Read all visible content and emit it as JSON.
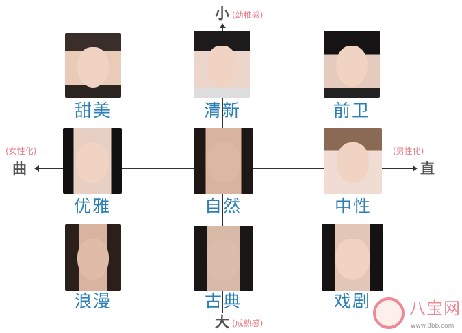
{
  "axes": {
    "top": "小",
    "top_note": "(幼稚感)",
    "bottom": "大",
    "bottom_note": "(成熟感)",
    "left": "曲",
    "left_note": "(女性化)",
    "right": "直",
    "right_note": "(男性化)"
  },
  "styles": [
    "甜美",
    "清新",
    "前卫",
    "优雅",
    "自然",
    "中性",
    "浪漫",
    "古典",
    "戏剧"
  ],
  "watermark": {
    "name": "八宝网",
    "url": "www.8bb.com"
  },
  "colors": {
    "label": "#2b7fb6",
    "note": "#e77c86",
    "axis": "#555555"
  }
}
